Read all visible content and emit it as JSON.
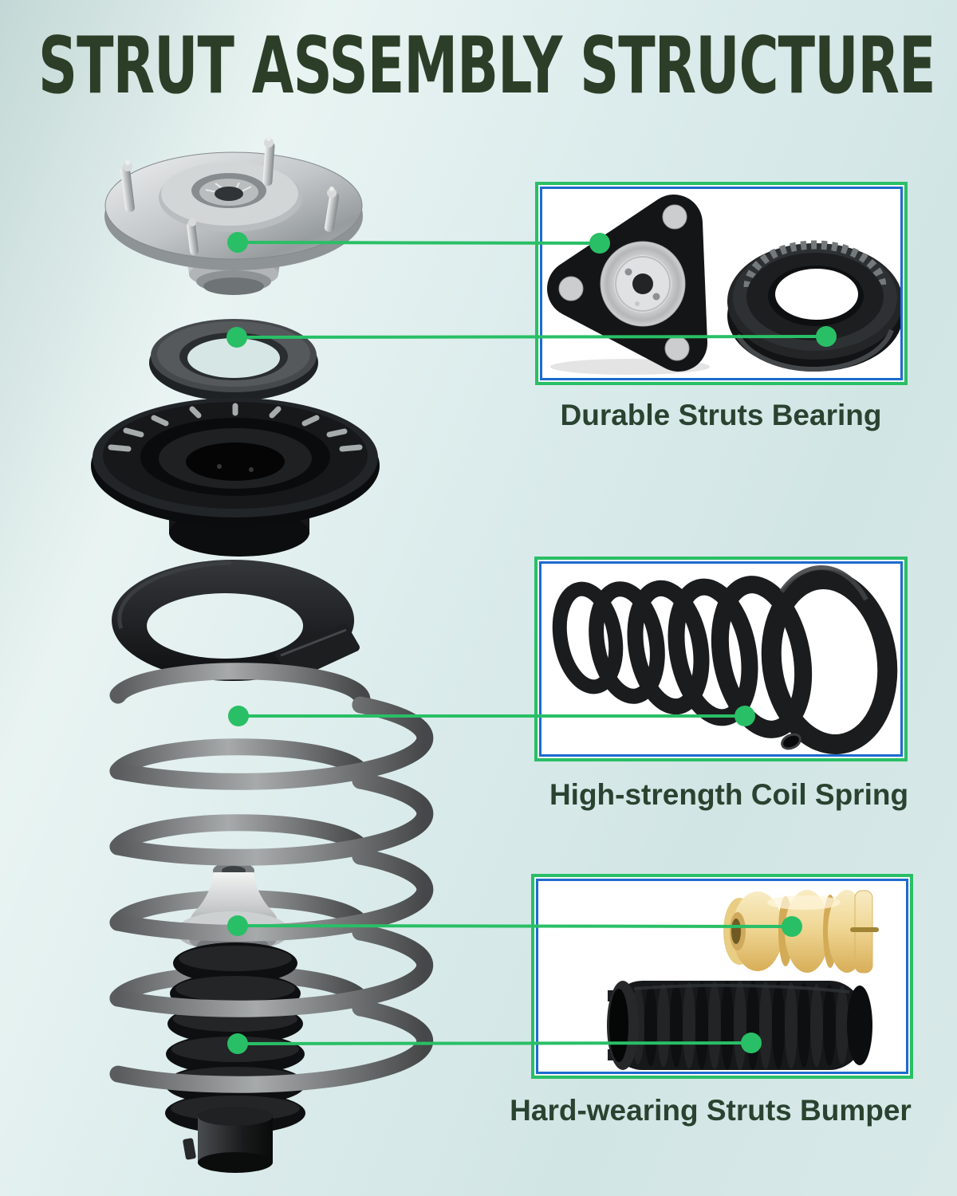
{
  "title": "STRUT ASSEMBLY STRUCTURE",
  "callouts": [
    {
      "id": "bearing",
      "label": "Durable Struts Bearing"
    },
    {
      "id": "coil_spring",
      "label": "High-strength Coil Spring"
    },
    {
      "id": "bumper",
      "label": "Hard-wearing Struts Bumper"
    }
  ],
  "assembly": {
    "parts": [
      {
        "icon": "strut-mount-icon"
      },
      {
        "icon": "strut-bearing-icon"
      },
      {
        "icon": "spring-seat-icon"
      },
      {
        "icon": "spring-isolator-icon"
      },
      {
        "icon": "coil-spring-icon"
      },
      {
        "icon": "bump-stop-icon"
      },
      {
        "icon": "dust-boot-icon"
      }
    ]
  },
  "colors": {
    "accent_green": "#29bf66",
    "frame_blue": "#1e6bce",
    "title_green": "#2c3e27",
    "label_green": "#2a4330",
    "panel_white": "#ffffff",
    "bumper_yellow": "#f0d795"
  }
}
